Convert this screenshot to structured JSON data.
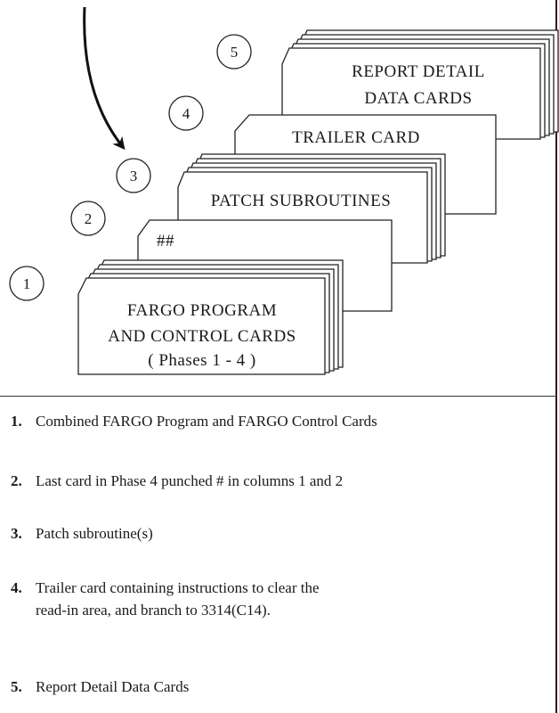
{
  "cards": {
    "report_detail_line1": "REPORT DETAIL",
    "report_detail_line2": "DATA CARDS",
    "trailer": "TRAILER CARD",
    "patch": "PATCH SUBROUTINES",
    "hash": "##",
    "fargo_line1": "FARGO PROGRAM",
    "fargo_line2": "AND CONTROL CARDS",
    "fargo_line3": "( Phases 1 - 4 )"
  },
  "markers": [
    "1",
    "2",
    "3",
    "4",
    "5"
  ],
  "legend": [
    {
      "num": "1.",
      "text": "Combined FARGO Program and FARGO Control Cards"
    },
    {
      "num": "2.",
      "text": "Last card in Phase 4 punched # in columns 1 and 2"
    },
    {
      "num": "3.",
      "text": "Patch subroutine(s)"
    },
    {
      "num": "4.",
      "text": "Trailer card containing instructions to clear the",
      "text2": "read-in area, and branch to 3314(C14)."
    },
    {
      "num": "5.",
      "text": "Report Detail Data Cards"
    }
  ]
}
